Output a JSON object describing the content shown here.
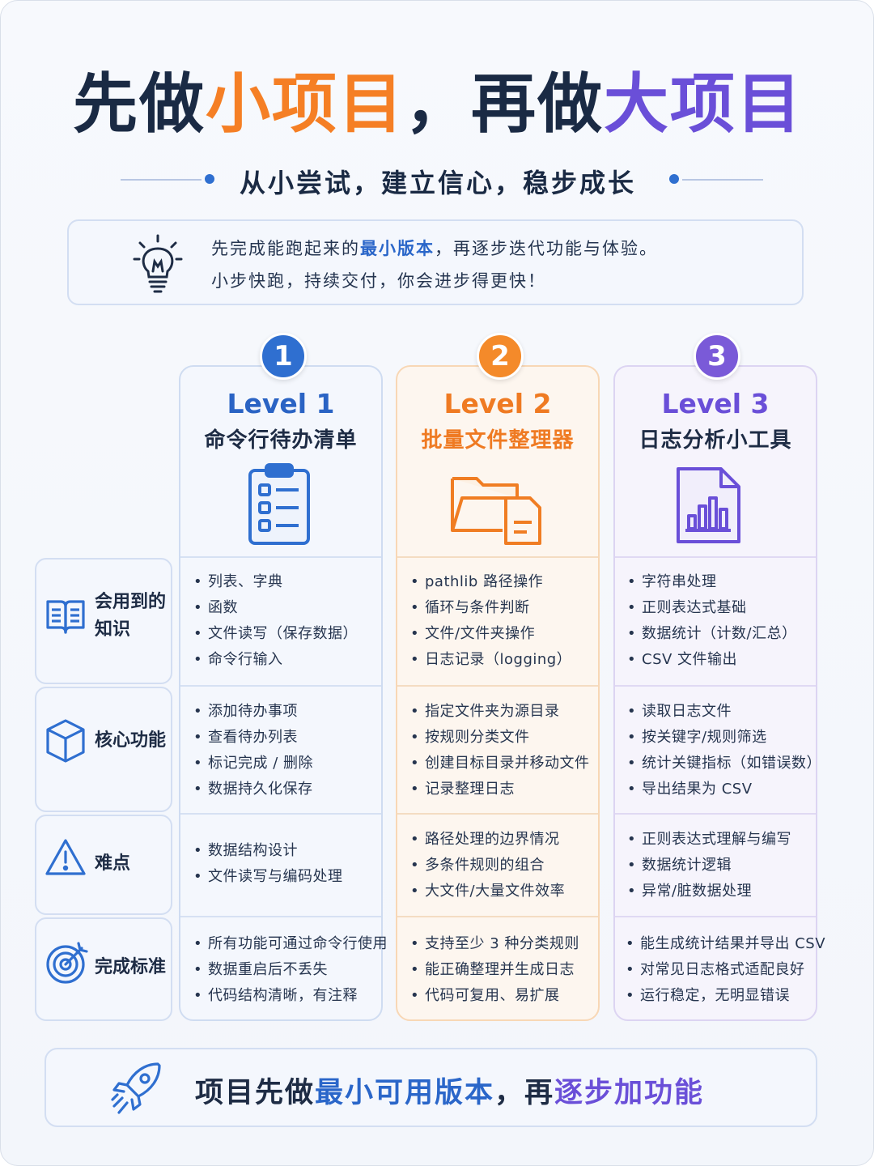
{
  "title": {
    "part1": "先做",
    "part2": "小项目",
    "part3": "，再做",
    "part4": "大项目"
  },
  "subtitle": "从小尝试，建立信心，稳步成长",
  "intro": {
    "line1_pre": "先完成能跑起来的",
    "line1_highlight": "最小版本",
    "line1_post": "，再逐步迭代功能与体验。",
    "line2": "小步快跑，持续交付，你会进步得更快！"
  },
  "levels": [
    {
      "number": "1",
      "name": "Level 1",
      "title": "命令行待办清单",
      "icon": "clipboard-checklist-icon",
      "color": "#2f6fd0"
    },
    {
      "number": "2",
      "name": "Level 2",
      "title": "批量文件整理器",
      "icon": "folder-document-icon",
      "color": "#f48a2a"
    },
    {
      "number": "3",
      "name": "Level 3",
      "title": "日志分析小工具",
      "icon": "report-chart-icon",
      "color": "#7a5ad8"
    }
  ],
  "rows": [
    {
      "label": "会用到的知识",
      "label_line1": "会用到的",
      "label_line2": "知识",
      "icon": "open-book-icon",
      "cells": [
        [
          "列表、字典",
          "函数",
          "文件读写（保存数据）",
          "命令行输入"
        ],
        [
          "pathlib 路径操作",
          "循环与条件判断",
          "文件/文件夹操作",
          "日志记录（logging）"
        ],
        [
          "字符串处理",
          "正则表达式基础",
          "数据统计（计数/汇总）",
          "CSV 文件输出"
        ]
      ]
    },
    {
      "label": "核心功能",
      "icon": "cube-icon",
      "cells": [
        [
          "添加待办事项",
          "查看待办列表",
          "标记完成 / 删除",
          "数据持久化保存"
        ],
        [
          "指定文件夹为源目录",
          "按规则分类文件",
          "创建目标目录并移动文件",
          "记录整理日志"
        ],
        [
          "读取日志文件",
          "按关键字/规则筛选",
          "统计关键指标（如错误数）",
          "导出结果为 CSV"
        ]
      ]
    },
    {
      "label": "难点",
      "icon": "warning-triangle-icon",
      "cells": [
        [
          "数据结构设计",
          "文件读写与编码处理"
        ],
        [
          "路径处理的边界情况",
          "多条件规则的组合",
          "大文件/大量文件效率"
        ],
        [
          "正则表达式理解与编写",
          "数据统计逻辑",
          "异常/脏数据处理"
        ]
      ]
    },
    {
      "label": "完成标准",
      "icon": "target-arrow-icon",
      "cells": [
        [
          "所有功能可通过命令行使用",
          "数据重启后不丢失",
          "代码结构清晰，有注释"
        ],
        [
          "支持至少 3 种分类规则",
          "能正确整理并生成日志",
          "代码可复用、易扩展"
        ],
        [
          "能生成统计结果并导出 CSV",
          "对常见日志格式适配良好",
          "运行稳定，无明显错误"
        ]
      ]
    }
  ],
  "banner": {
    "pre": "项目先做",
    "highlight1": "最小可用版本",
    "mid": "，再",
    "highlight2": "逐步加功能",
    "icon": "rocket-icon"
  },
  "colors": {
    "blue": "#2f6fd0",
    "orange": "#f48a2a",
    "purple": "#7a5ad8",
    "dark": "#1a2a44"
  }
}
